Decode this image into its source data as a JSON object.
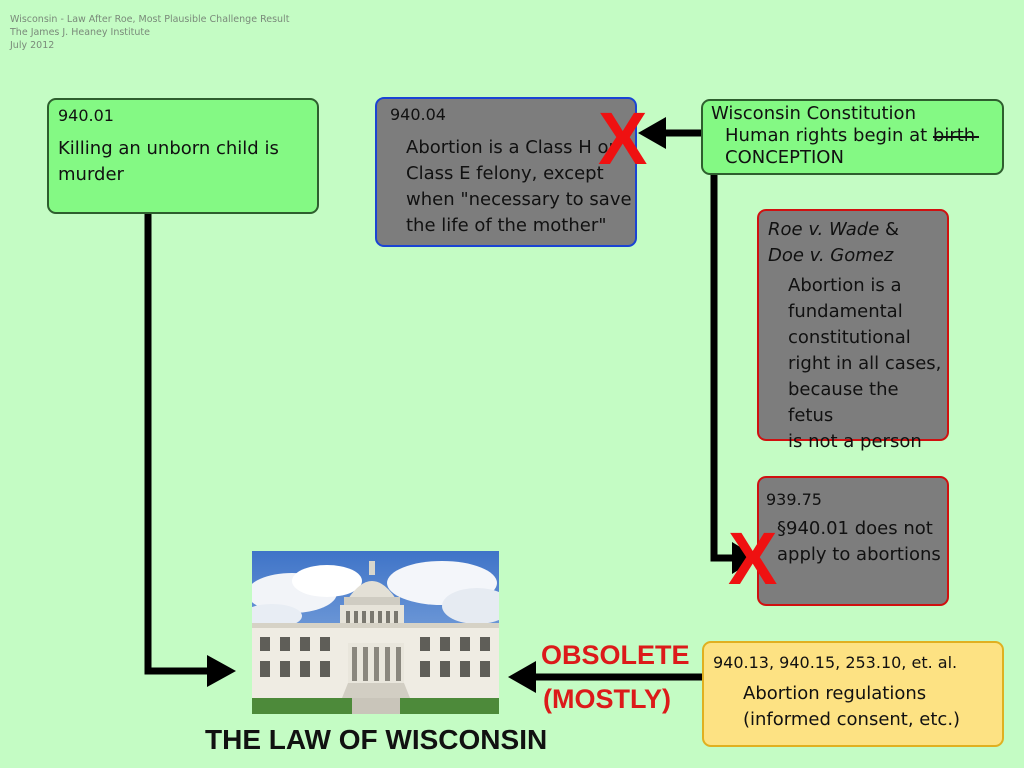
{
  "header": {
    "line1": "Wisconsin - Law After Roe, Most Plausible Challenge Result",
    "line2": "The James J. Heaney Institute",
    "line3": "July 2012"
  },
  "boxes": {
    "s94001": {
      "code": "940.01",
      "text_line1": "Killing an unborn child is",
      "text_line2": "murder"
    },
    "s94004": {
      "code": "940.04",
      "lines": [
        "Abortion is a Class H or",
        "Class E felony, except",
        "when \"necessary to save",
        "the life of the mother\""
      ]
    },
    "constitution": {
      "title": "Wisconsin Constitution",
      "line_prefix": "Human rights begin at ",
      "struck": "birth",
      "line3": "CONCEPTION"
    },
    "roe": {
      "case1": "Roe v. Wade",
      "amp": " &",
      "case2": "Doe v. Gomez",
      "lines": [
        "Abortion is a",
        "fundamental",
        "constitutional",
        "right in all cases,",
        "because the fetus",
        "is not a person"
      ]
    },
    "s93975": {
      "code": "939.75",
      "lines": [
        "§940.01 does not",
        "apply to abortions"
      ]
    },
    "regulations": {
      "code": "940.13, 940.15, 253.10, et. al.",
      "lines": [
        "Abortion regulations",
        "(informed consent, etc.)"
      ]
    }
  },
  "labels": {
    "obsolete": "OBSOLETE",
    "mostly": "(MOSTLY)",
    "law": "THE LAW OF WISCONSIN",
    "x1": "X",
    "x2": "X"
  },
  "colors": {
    "background": "#c4fcc4",
    "green_box": "#84f984",
    "gray_box": "#7d7d7d",
    "yellow_box": "#fde283",
    "red_accent": "#dc1a1a",
    "blue_border": "#1a44d4"
  }
}
